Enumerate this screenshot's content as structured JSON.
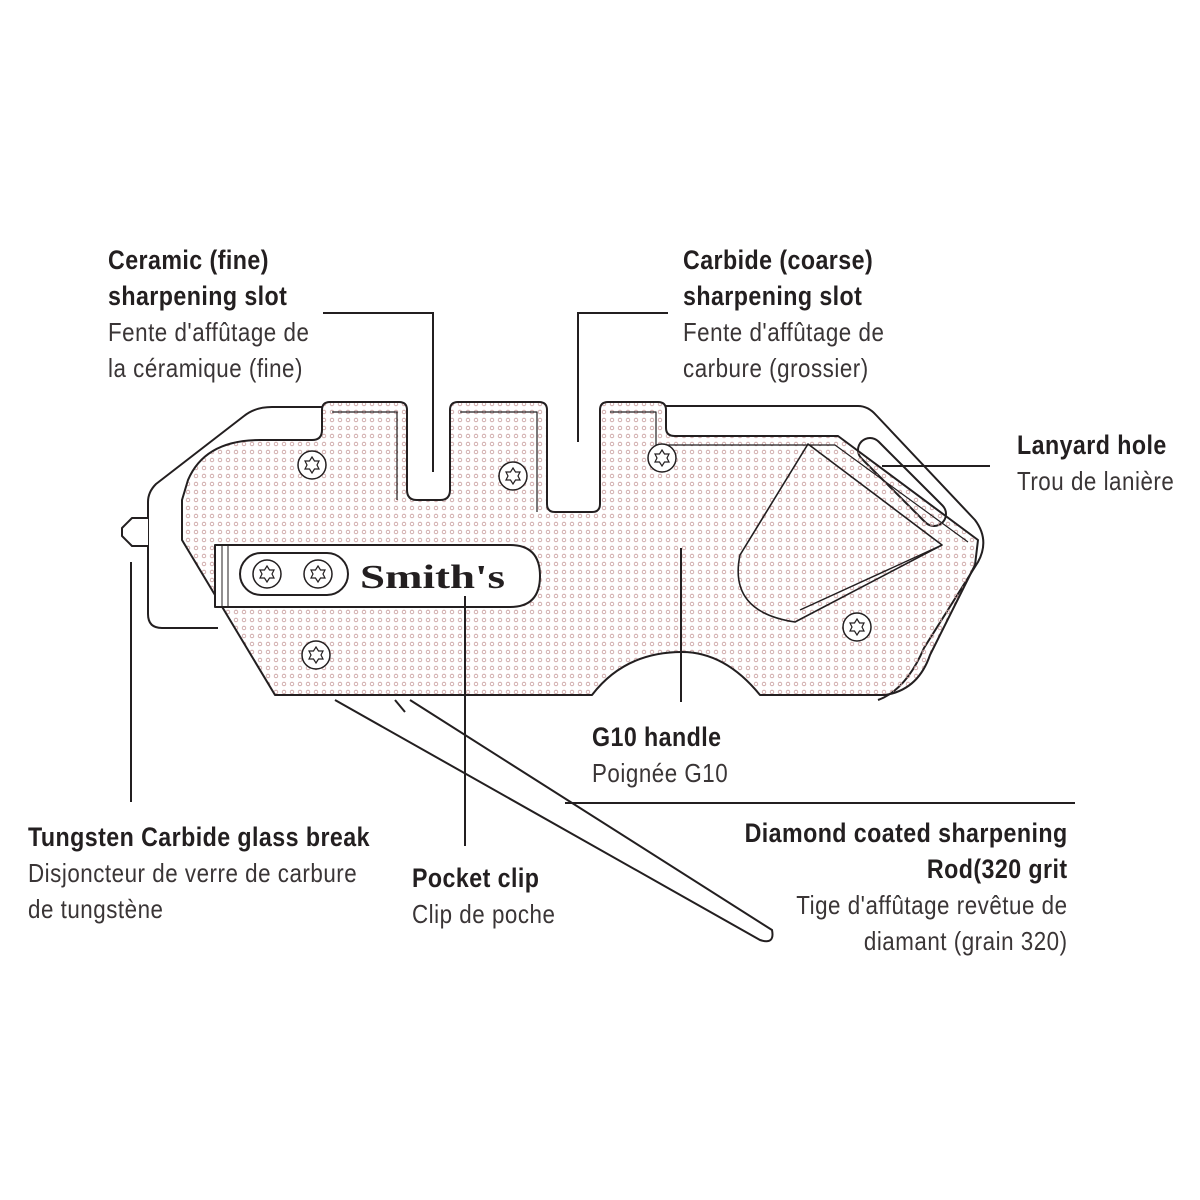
{
  "labels": {
    "ceramic": {
      "title_line1": "Ceramic (fine)",
      "title_line2": "sharpening slot",
      "fr_line1": "Fente d'affûtage de",
      "fr_line2": "la céramique (fine)"
    },
    "carbide": {
      "title_line1": "Carbide (coarse)",
      "title_line2": "sharpening slot",
      "fr_line1": "Fente d'affûtage de",
      "fr_line2": "carbure (grossier)"
    },
    "lanyard": {
      "title": "Lanyard hole",
      "fr": "Trou de lanière"
    },
    "g10": {
      "title": "G10 handle",
      "fr": "Poignée G10"
    },
    "tungsten": {
      "title": "Tungsten Carbide glass break",
      "fr_line1": "Disjoncteur de verre de carbure",
      "fr_line2": "de tungstène"
    },
    "pocket_clip": {
      "title": "Pocket clip",
      "fr": "Clip de poche"
    },
    "diamond": {
      "title_line1": "Diamond coated sharpening",
      "title_line2": "Rod(320 grit",
      "fr_line1": "Tige d'affûtage revêtue de",
      "fr_line2": "diamant (grain 320)"
    }
  },
  "logo_text": "Smith's",
  "colors": {
    "line": "#231f20",
    "dot_texture": "#c79c9c"
  }
}
